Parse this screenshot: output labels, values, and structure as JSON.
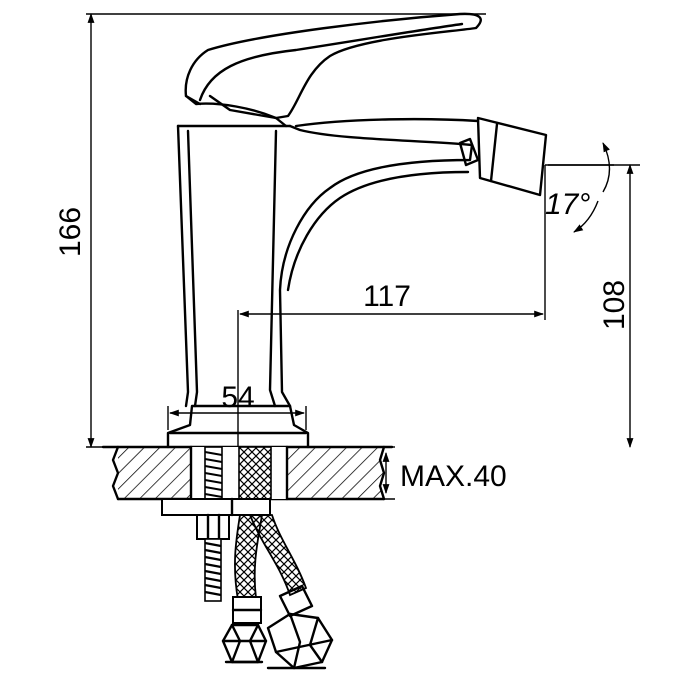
{
  "dimensions": {
    "height_total": "166",
    "spout_reach": "117",
    "spout_height": "108",
    "base_width": "54",
    "mount_thickness": "MAX.40",
    "spout_angle": "17°"
  },
  "colors": {
    "ink": "#000000",
    "paper": "#ffffff"
  }
}
